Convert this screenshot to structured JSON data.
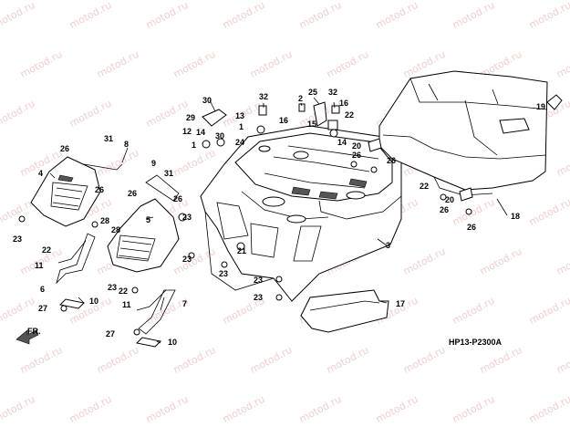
{
  "watermark": "motod.ru",
  "diagram_code": "HP13-P2300A",
  "front_arrow_label": "FR.",
  "callouts": {
    "p1a": "1",
    "p1b": "1",
    "p2": "2",
    "p3": "3",
    "p4": "4",
    "p5": "5",
    "p6": "6",
    "p7": "7",
    "p8": "8",
    "p9": "9",
    "p10a": "10",
    "p10b": "10",
    "p11a": "11",
    "p11b": "11",
    "p12": "12",
    "p13": "13",
    "p14a": "14",
    "p14b": "14",
    "p15": "15",
    "p16a": "16",
    "p16b": "16",
    "p17": "17",
    "p18": "18",
    "p19": "19",
    "p20a": "20",
    "p20b": "20",
    "p21": "21",
    "p22a": "22",
    "p22b": "22",
    "p22c": "22",
    "p22d": "22",
    "p23a": "23",
    "p23b": "23",
    "p23c": "23",
    "p23d": "23",
    "p23e": "23",
    "p23f": "23",
    "p23g": "23",
    "p24": "24",
    "p25": "25",
    "p26a": "26",
    "p26b": "26",
    "p26c": "26",
    "p26d": "26",
    "p26e": "26",
    "p26f": "26",
    "p26g": "26",
    "p27a": "27",
    "p27b": "27",
    "p28a": "28",
    "p28b": "28",
    "p29": "29",
    "p30a": "30",
    "p30b": "30",
    "p31a": "31",
    "p31b": "31",
    "p32a": "32",
    "p32b": "32"
  }
}
